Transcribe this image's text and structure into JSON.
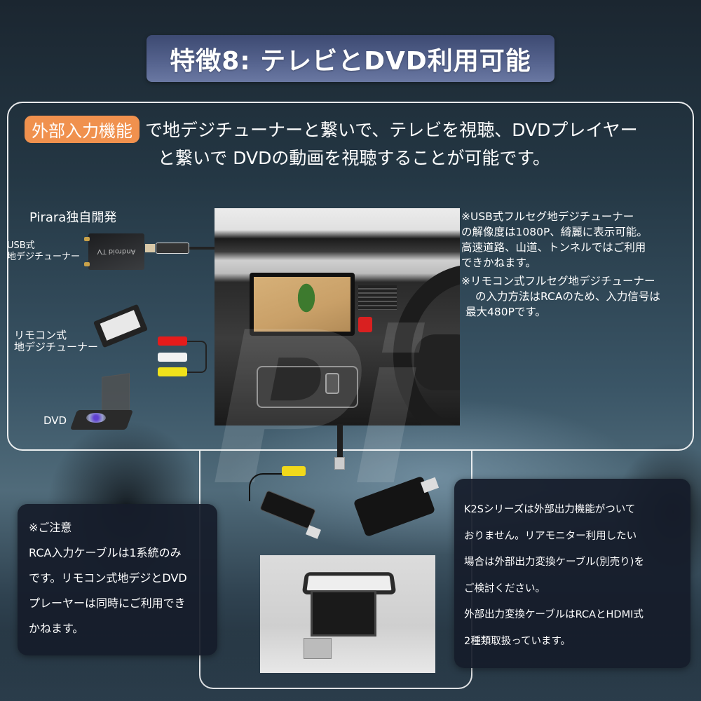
{
  "header": {
    "title": "特徴8: テレビとDVD利用可能"
  },
  "intro": {
    "tag": "外部入力機能",
    "line1_rest": "で地デジチューナーと繋いで、テレビを視聴、DVDプレイヤー",
    "line2": "と繋いで DVDの動画を視聴することが可能です。"
  },
  "devices": {
    "brand_label": "Pirara独自開発",
    "usb_tuner_label_line1": "USB式",
    "usb_tuner_label_line2": "地デジチューナー",
    "usb_tuner_device_text": "Android TV",
    "remote_tuner_label_line1": "リモコン式",
    "remote_tuner_label_line2": "地デジチューナー",
    "dvd_label": "DVD",
    "rca_colors": [
      "#e51b1b",
      "#f2f2f2",
      "#f0e21a"
    ]
  },
  "notes": {
    "note1_line1": "※USB式フルセグ地デジチューナー",
    "note1_line2": "の解像度は1080P、綺麗に表示可能。",
    "note1_line3": "高速道路、山道、トンネルではご利用",
    "note1_line4": "できかねます。",
    "note2_line1": "※リモコン式フルセグ地デジチューナー",
    "note2_line2": "の入力方法はRCAのため、入力信号は",
    "note2_line3": "最大480Pです。"
  },
  "caution_card": {
    "heading": "※ご注意",
    "lines": [
      "RCA入力ケーブルは1系統のみ",
      "です。リモコン式地デジとDVD",
      "プレーヤーは同時にご利用でき",
      "かねます。"
    ]
  },
  "output_card": {
    "lines": [
      "K2Sシリーズは外部出力機能がついて",
      "おりません。リアモニター利用したい",
      "場合は外部出力変換ケーブル(別売り)を",
      "ご検討ください。",
      "外部出力変換ケーブルはRCAとHDMI式",
      "2種類取扱っています。"
    ]
  },
  "watermark": "Pi",
  "colors": {
    "accent_tag": "#f0914e",
    "title_bg": "#56648f",
    "card_bg": "#161c2a"
  }
}
